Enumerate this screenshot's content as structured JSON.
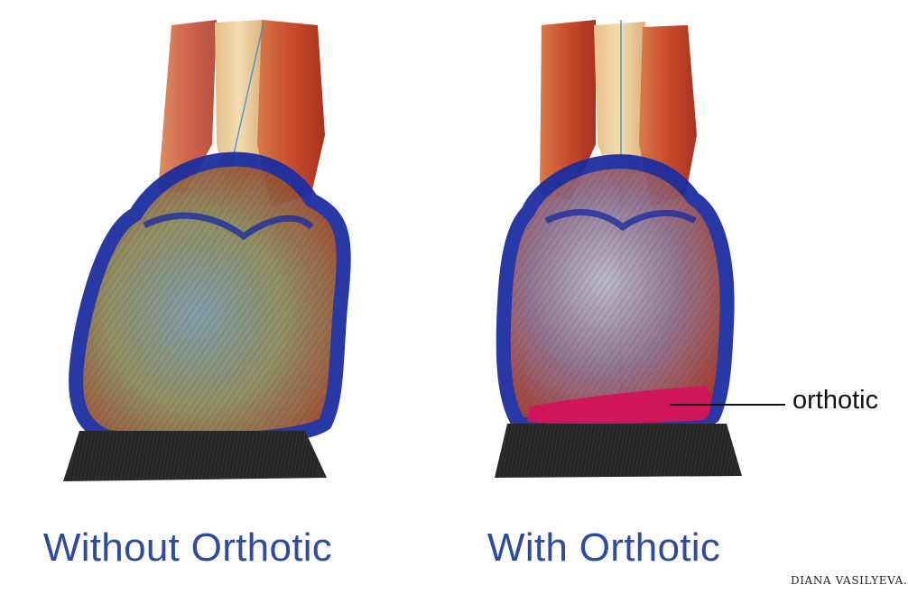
{
  "panels": {
    "left": {
      "caption": "Without Orthotic"
    },
    "right": {
      "caption": "With Orthotic",
      "callout": "orthotic"
    }
  },
  "signature": "DIANA VASILYEVA.",
  "colors": {
    "caption_text": "#2e4aa3",
    "foot_outline": "#1d2ea0",
    "tendon": "#c0502f",
    "orthotic": "#d2145a",
    "base": "#262626",
    "axis_line": "#3a8fd6"
  }
}
